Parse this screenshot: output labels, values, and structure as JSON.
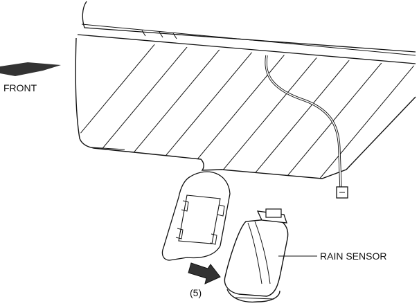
{
  "labels": {
    "direction": "FRONT",
    "step": "(5)",
    "part": "RAIN SENSOR"
  },
  "colors": {
    "ink": "#111111",
    "arrow_fill": "#333333",
    "background": "#ffffff"
  },
  "icons": {
    "direction": "arrow-left-icon",
    "removal": "arrow-down-right-icon"
  }
}
